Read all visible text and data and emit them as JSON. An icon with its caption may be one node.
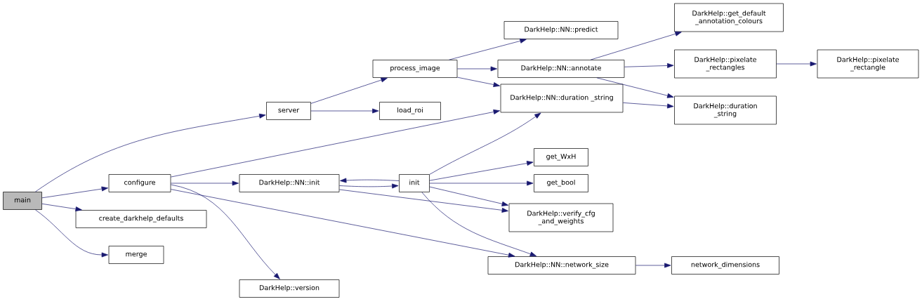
{
  "diagram": {
    "nodes": [
      {
        "text": [
          "main"
        ]
      },
      {
        "text": [
          "configure"
        ]
      },
      {
        "text": [
          "create_darkhelp_defaults"
        ]
      },
      {
        "text": [
          "merge"
        ]
      },
      {
        "text": [
          "server"
        ]
      },
      {
        "text": [
          "load_roi"
        ]
      },
      {
        "text": [
          "process_image"
        ]
      },
      {
        "text": [
          "DarkHelp::NN::init"
        ]
      },
      {
        "text": [
          "init"
        ]
      },
      {
        "text": [
          "DarkHelp::version"
        ]
      },
      {
        "text": [
          "DarkHelp::NN::predict"
        ]
      },
      {
        "text": [
          "DarkHelp::NN::annotate"
        ]
      },
      {
        "text": [
          "DarkHelp::NN::duration _string"
        ]
      },
      {
        "text": [
          "get_WxH"
        ]
      },
      {
        "text": [
          "get_bool"
        ]
      },
      {
        "text": [
          "DarkHelp::verify_cfg _and_weights"
        ]
      },
      {
        "text": [
          "DarkHelp::NN::network_size"
        ]
      },
      {
        "text": [
          "DarkHelp::get_default _annotation_colours"
        ]
      },
      {
        "text": [
          "DarkHelp::pixelate _rectangles"
        ]
      },
      {
        "text": [
          "DarkHelp::duration _string"
        ]
      },
      {
        "text": [
          "network_dimensions"
        ]
      },
      {
        "text": [
          "DarkHelp::pixelate _rectangle"
        ]
      }
    ],
    "edges": [
      {
        "from": 0,
        "to": 4,
        "arrow": "to"
      },
      {
        "from": 0,
        "to": 1,
        "arrow": "to"
      },
      {
        "from": 0,
        "to": 2,
        "arrow": "to"
      },
      {
        "from": 0,
        "to": 3,
        "arrow": "to"
      },
      {
        "from": 4,
        "to": 6,
        "arrow": "to"
      },
      {
        "from": 4,
        "to": 5,
        "arrow": "to"
      },
      {
        "from": 1,
        "to": 12,
        "arrow": "to"
      },
      {
        "from": 1,
        "to": 7,
        "arrow": "to"
      },
      {
        "from": 1,
        "to": 16,
        "arrow": "to"
      },
      {
        "from": 1,
        "to": 9,
        "arrow": "to"
      },
      {
        "from": 6,
        "to": 10,
        "arrow": "to"
      },
      {
        "from": 6,
        "to": 11,
        "arrow": "to"
      },
      {
        "from": 6,
        "to": 12,
        "arrow": "to"
      },
      {
        "from": 7,
        "to": 8,
        "arrow": "to"
      },
      {
        "from": 7,
        "to": 15,
        "arrow": "to"
      },
      {
        "from": 8,
        "to": 7,
        "arrow": "to"
      },
      {
        "from": 8,
        "to": 12,
        "arrow": "to"
      },
      {
        "from": 8,
        "to": 13,
        "arrow": "to"
      },
      {
        "from": 8,
        "to": 14,
        "arrow": "to"
      },
      {
        "from": 8,
        "to": 15,
        "arrow": "to"
      },
      {
        "from": 8,
        "to": 16,
        "arrow": "to"
      },
      {
        "from": 11,
        "to": 17,
        "arrow": "to"
      },
      {
        "from": 11,
        "to": 18,
        "arrow": "to"
      },
      {
        "from": 11,
        "to": 19,
        "arrow": "to"
      },
      {
        "from": 12,
        "to": 19,
        "arrow": "to"
      },
      {
        "from": 18,
        "to": 21,
        "arrow": "to"
      },
      {
        "from": 16,
        "to": 20,
        "arrow": "to"
      }
    ]
  }
}
